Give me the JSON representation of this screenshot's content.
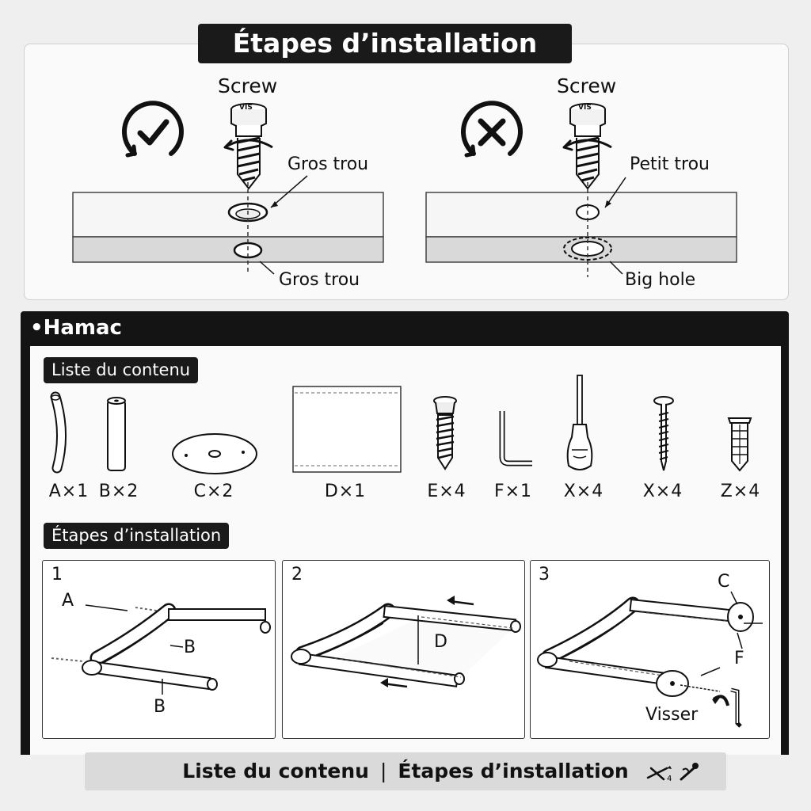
{
  "header": {
    "title": "Étapes d’installation"
  },
  "comparison": {
    "correct": {
      "screw_label": "Screw",
      "screw_cap_text": "VIS",
      "top_hole_label": "Gros trou",
      "bottom_hole_label": "Gros trou"
    },
    "incorrect": {
      "screw_label": "Screw",
      "screw_cap_text": "VIS",
      "top_hole_label": "Petit trou",
      "bottom_hole_label": "Big hole"
    }
  },
  "section": {
    "title": "•Hamac",
    "contents_title": "Liste du contenu",
    "parts": [
      {
        "label": "A×1",
        "icon": "curved-tube-icon"
      },
      {
        "label": "B×2",
        "icon": "straight-tube-icon"
      },
      {
        "label": "C×2",
        "icon": "disc-plate-icon"
      },
      {
        "label": "D×1",
        "icon": "fabric-sheet-icon"
      },
      {
        "label": "E×4",
        "icon": "screw-icon"
      },
      {
        "label": "F×1",
        "icon": "hex-key-icon"
      },
      {
        "label": "X×4",
        "icon": "screwdriver-icon"
      },
      {
        "label": "X×4",
        "icon": "long-screw-icon"
      },
      {
        "label": "Z×4",
        "icon": "wall-plug-icon"
      }
    ],
    "steps_title": "Étapes d’installation",
    "steps": [
      {
        "number": "1",
        "labels": {
          "a": "A",
          "b1": "B",
          "b2": "B"
        }
      },
      {
        "number": "2",
        "labels": {
          "d": "D"
        }
      },
      {
        "number": "3",
        "labels": {
          "c": "C",
          "f": "F",
          "screw": "Visser"
        }
      }
    ]
  },
  "footer": {
    "left": "Liste du contenu",
    "separator": "|",
    "right": "Étapes d’installation"
  }
}
